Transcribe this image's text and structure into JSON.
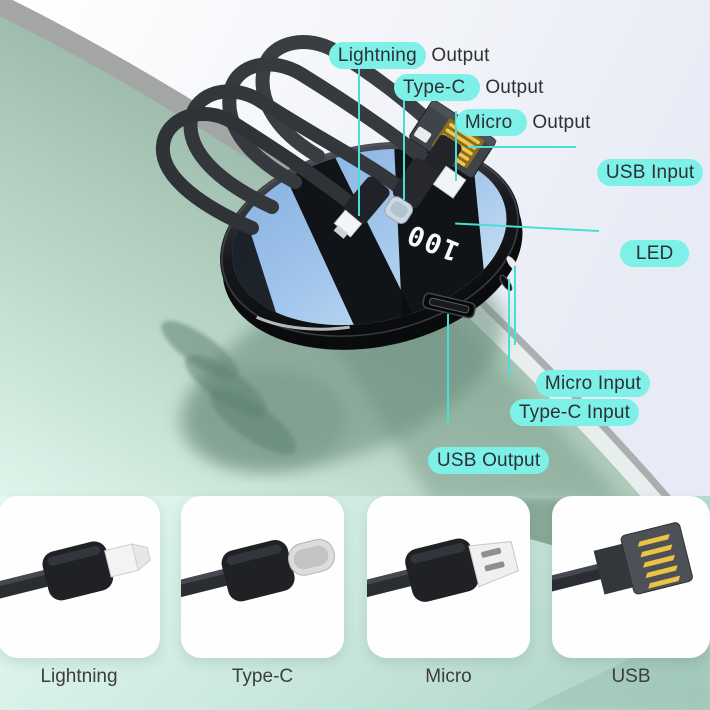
{
  "scene": {
    "led_display": "100"
  },
  "callouts": [
    {
      "highlight": "Lightning",
      "rest": " Output"
    },
    {
      "highlight": "Type-C ",
      "rest": " Output"
    },
    {
      "highlight": "Micro ",
      "rest": " Output"
    },
    {
      "highlight": "USB Input",
      "rest": ""
    },
    {
      "highlight": "LED",
      "rest": ""
    },
    {
      "highlight": "Micro Input",
      "rest": ""
    },
    {
      "highlight": "Type-C Input",
      "rest": ""
    },
    {
      "highlight": "USB Output",
      "rest": ""
    }
  ],
  "panels": [
    {
      "label": "Lightning"
    },
    {
      "label": "Type-C"
    },
    {
      "label": "Micro"
    },
    {
      "label": "USB"
    }
  ],
  "colors": {
    "highlight_pill": "#7df0e7",
    "leader_line": "#49dfd4",
    "label_text": "#2e3036",
    "table_teal": "#9dbcac",
    "face_blue": "#9cc3e9",
    "usb_gold": "#edc84e"
  }
}
